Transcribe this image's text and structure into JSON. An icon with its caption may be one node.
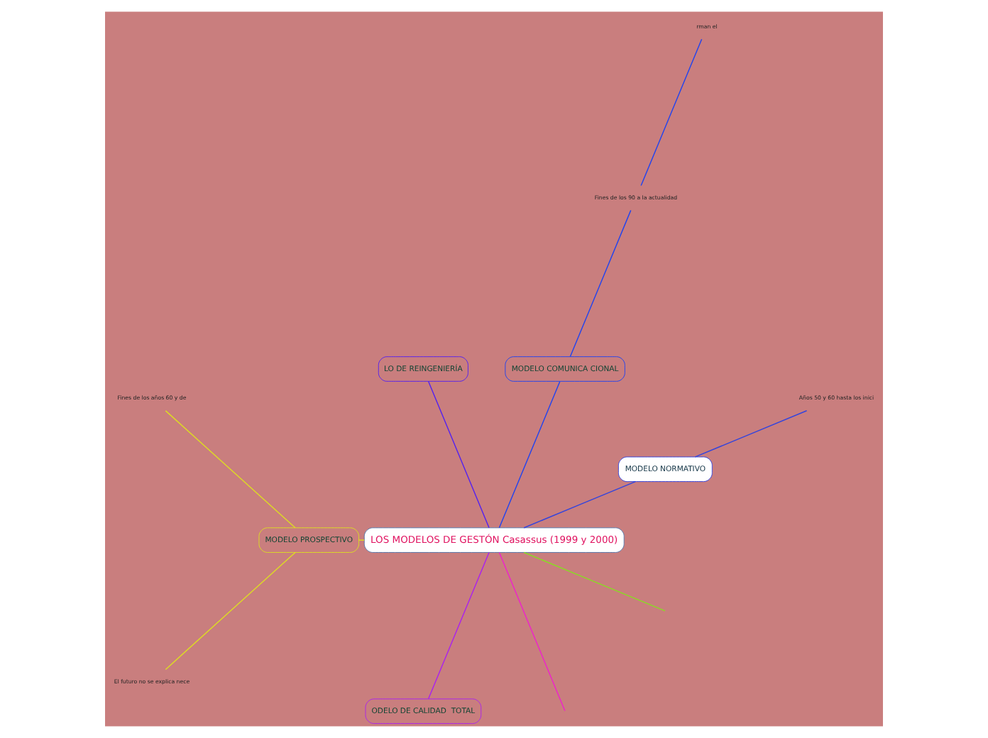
{
  "diagram": {
    "nodes": [
      {
        "text": [
          "LOS MODELOS DE GESTÓN Casassus (1999 y 2000)"
        ]
      },
      {
        "text": [
          "MODELO NORMATIVO"
        ]
      },
      {
        "text": [
          "Años 50 y 60 hasta los inici"
        ]
      },
      {
        "text": [
          "MODELO COMUNICA CIONAL"
        ]
      },
      {
        "text": [
          "Fines de los 90 a la actualidad"
        ]
      },
      {
        "text": [
          "rman el"
        ]
      },
      {
        "text": [
          "LO DE REINGENIERÍA"
        ]
      },
      {
        "text": [
          "MODELO PROSPECTIVO"
        ]
      },
      {
        "text": [
          "Fines de los años 60 y de"
        ]
      },
      {
        "text": [
          "El futuro no se explica nece"
        ]
      },
      {
        "text": [
          "ODELO DE CALIDAD  TOTAL"
        ]
      }
    ],
    "edges": [
      {
        "from": 0,
        "to": 1,
        "arrow": "none",
        "color": "#3344dd"
      },
      {
        "from": 1,
        "to": 2,
        "arrow": "none",
        "color": "#3344dd"
      },
      {
        "from": 0,
        "to": 3,
        "arrow": "none",
        "color": "#2244ee"
      },
      {
        "from": 3,
        "to": 4,
        "arrow": "none",
        "color": "#2244ee"
      },
      {
        "from": 4,
        "to": 5,
        "arrow": "none",
        "color": "#2244ee"
      },
      {
        "from": 0,
        "to": 6,
        "arrow": "none",
        "color": "#5522ee"
      },
      {
        "from": 0,
        "to": 7,
        "arrow": "none",
        "color": "#dddd22"
      },
      {
        "from": 7,
        "to": 8,
        "arrow": "none",
        "color": "#dddd22"
      },
      {
        "from": 7,
        "to": 9,
        "arrow": "none",
        "color": "#dddd22"
      },
      {
        "from": 0,
        "to": 10,
        "arrow": "none",
        "color": "#aa22ee"
      },
      {
        "from": 0,
        "to": null,
        "arrow": "none",
        "color": "#ee22cc"
      },
      {
        "from": 0,
        "to": null,
        "arrow": "none",
        "color": "#88dd22"
      }
    ]
  }
}
